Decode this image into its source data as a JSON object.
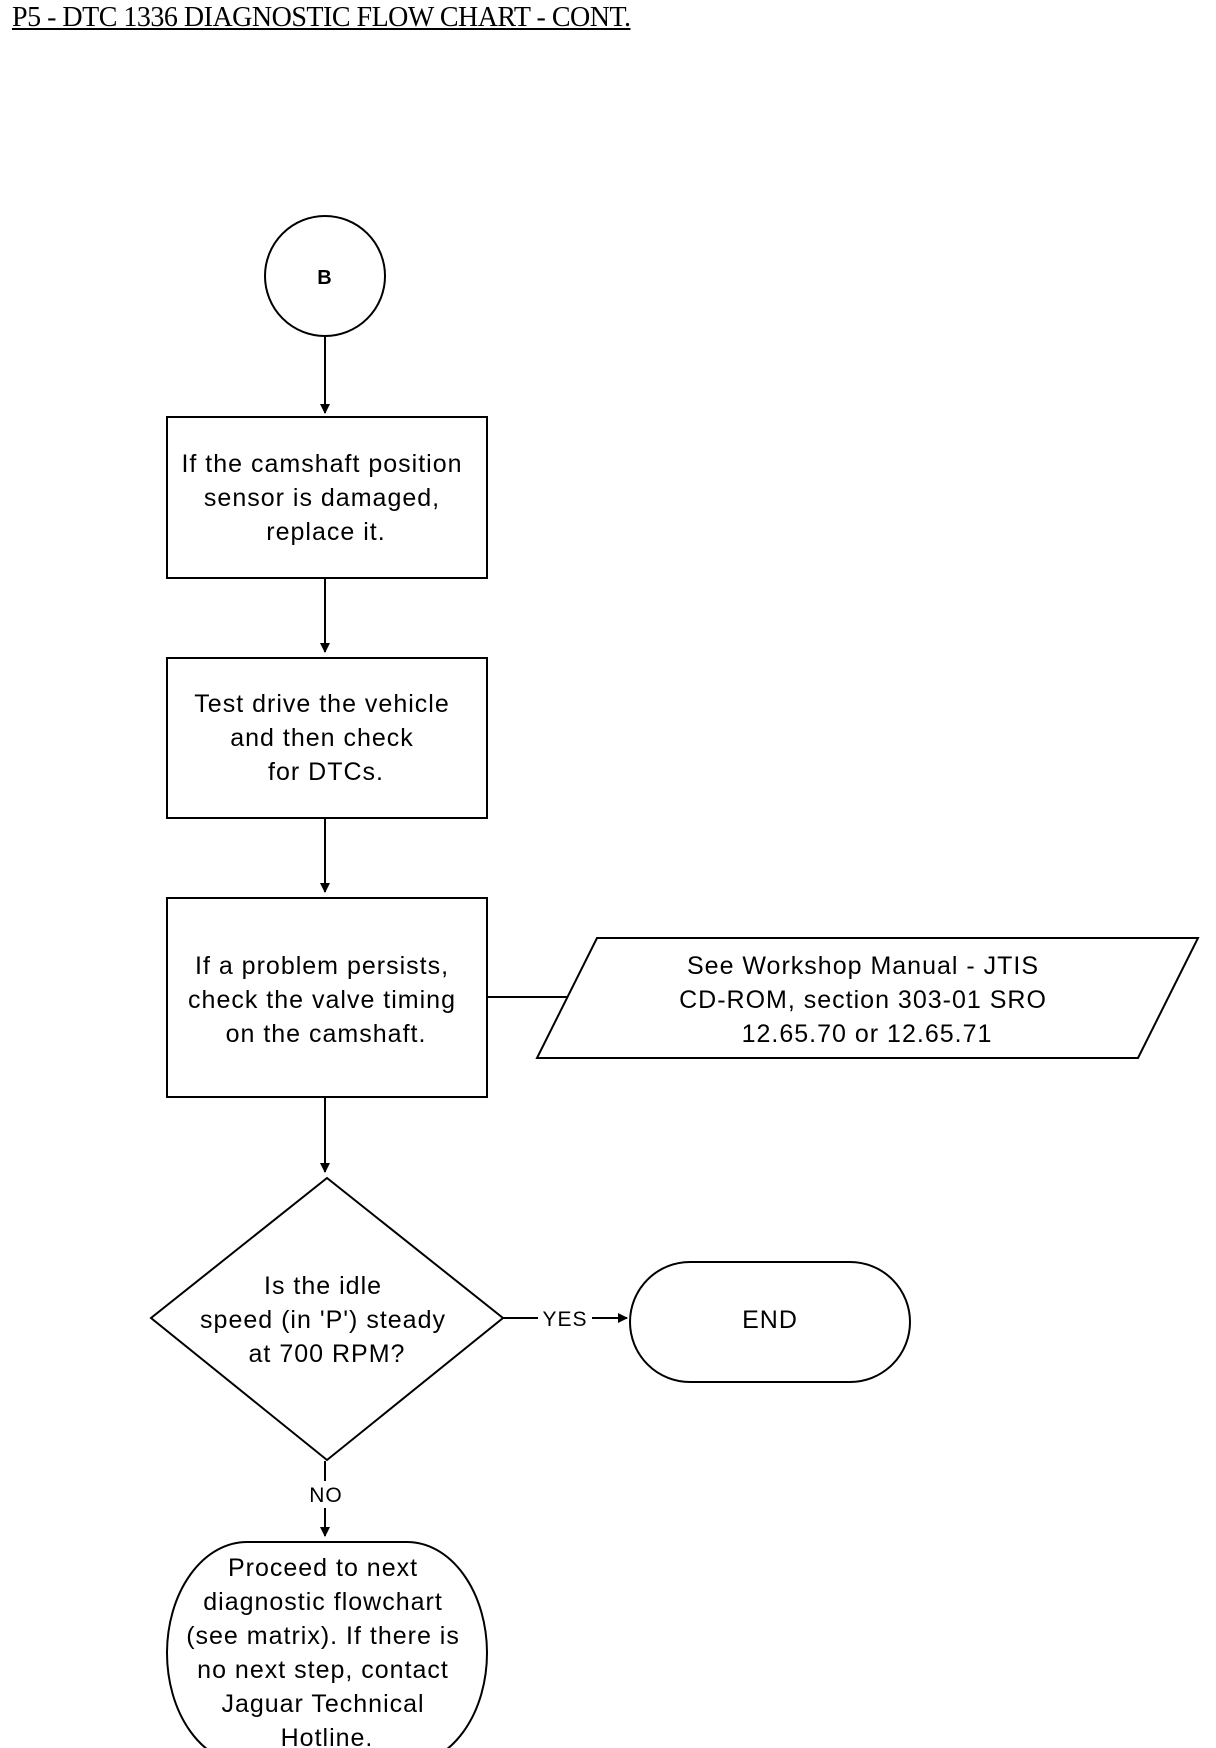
{
  "title": "P5 - DTC 1336 DIAGNOSTIC FLOW CHART - CONT.",
  "connector": {
    "label": "B"
  },
  "step1": {
    "lines": [
      "If the camshaft position",
      "sensor is damaged,",
      "replace it."
    ]
  },
  "step2": {
    "lines": [
      "Test drive the vehicle",
      "and then check",
      "for DTCs."
    ]
  },
  "step3": {
    "lines": [
      "If a problem persists,",
      "check the valve timing",
      "on the camshaft."
    ]
  },
  "reference": {
    "lines": [
      "See Workshop Manual - JTIS",
      "CD-ROM, section 303-01 SRO",
      "12.65.70 or 12.65.71"
    ]
  },
  "decision": {
    "lines": [
      "Is the idle",
      "speed (in 'P') steady",
      "at 700 RPM?"
    ]
  },
  "yes_label": "YES",
  "no_label": "NO",
  "end": {
    "label": "END"
  },
  "proceed": {
    "lines": [
      "Proceed to next",
      "diagnostic flowchart",
      "(see matrix). If there is",
      "no next step, contact",
      "Jaguar Technical",
      "Hotline."
    ]
  }
}
